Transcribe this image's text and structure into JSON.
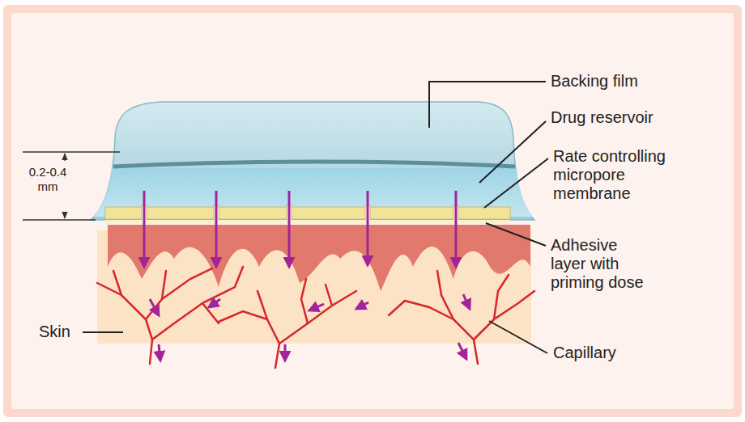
{
  "diagram": {
    "labels": [
      "Backing film",
      "Drug reservoir",
      "Rate controlling micropore membrane",
      "Adhesive layer with priming dose",
      "0.2-0.4 mm",
      "Skin",
      "Capillary"
    ]
  }
}
